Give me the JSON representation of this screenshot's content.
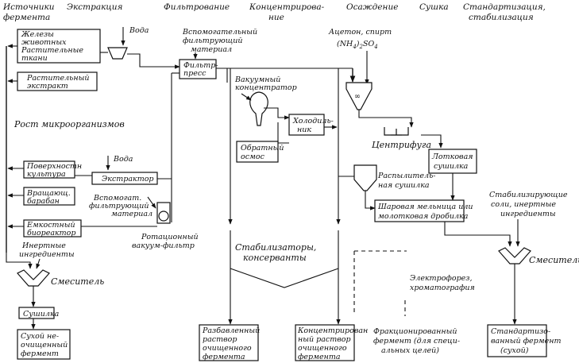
{
  "stages": {
    "sources": [
      "Источники",
      "фермента"
    ],
    "extraction": "Экстракция",
    "filtration": "Фильтрование",
    "concentration": [
      "Концентрирова-",
      "ние"
    ],
    "precipitation": "Осаждение",
    "drying": "Сушка",
    "standardization": [
      "Стандартизация,",
      "стабилизация"
    ]
  },
  "sources": {
    "animal_plant": [
      "Железы",
      "животных",
      "Растительные",
      "ткани"
    ],
    "plant_extract": [
      "Растительный",
      "экстракт"
    ],
    "microbial_growth": "Рост микроорганизмов",
    "surface_culture": [
      "Поверхностн",
      "культура"
    ],
    "rotating_drum": [
      "Вращающ.",
      "барабан"
    ],
    "reactor_tank": [
      "Емкостный",
      "биореактор"
    ]
  },
  "extraction": {
    "water_top": "Вода",
    "water_mid": "Вода",
    "extractor": "Экстрактор",
    "filter_aid_mid": [
      "Вспомогат.",
      "фильтрующий",
      "материал"
    ]
  },
  "filtration": {
    "filter_aid_top": [
      "Вспомогательный",
      "фильтрующий",
      "материал"
    ],
    "filter_press": [
      "Фильтр-",
      "пресс"
    ],
    "rotary_filter": [
      "Ротационный",
      "вакуум-фильтр"
    ]
  },
  "concentration": {
    "vacuum_concentrator": [
      "Вакуумный",
      "концентратор"
    ],
    "cooler": [
      "Холодиль-",
      "ник"
    ],
    "reverse_osmosis": [
      "Обратный",
      "осмос"
    ],
    "stabilizers": [
      "Стабилизаторы,",
      "консерванты"
    ]
  },
  "precipitation": {
    "reagents": [
      "Ацетон, спирт"
    ],
    "reagent_formula": {
      "base": "(NH",
      "sub1": "4",
      "mid": ")",
      "sub2": "2",
      "tail": "SO",
      "sub3": "4"
    },
    "centrifuge": "Центрифуга",
    "electrophoresis": [
      "Электрофорез,",
      "хроматография"
    ]
  },
  "drying": {
    "tray_dryer": [
      "Лотковая",
      "сушилка"
    ],
    "spray_dryer": [
      "Распылитель-",
      "ная сушилка"
    ],
    "ball_mill": [
      "Шаровая мельница или",
      "молотковая дробилка"
    ]
  },
  "standardization": {
    "stabilizing_salts": [
      "Стабилизирующие",
      "соли, инертные",
      "ингредиенты"
    ],
    "mixer_right": "Смеситель"
  },
  "left_branch": {
    "inert_ingredients": [
      "Инертные",
      "ингредиенты"
    ],
    "mixer_left": "Смеситель",
    "dryer": "Сушилка"
  },
  "products": {
    "crude_dry": [
      "Сухой не-",
      "очищенный",
      "фермент"
    ],
    "dilute_solution": [
      "Разбавленный",
      "раствор",
      "очищенного",
      "фермента"
    ],
    "concentrated_solution": [
      "Концентрирован",
      "ный раствор",
      "очищенного",
      "фермента"
    ],
    "fractionated": [
      "Фракционированный",
      "фермент (для специ-",
      "альных целей)"
    ],
    "standardized": [
      "Стандартизо-",
      "ванный фермент",
      "(сухой)"
    ]
  }
}
